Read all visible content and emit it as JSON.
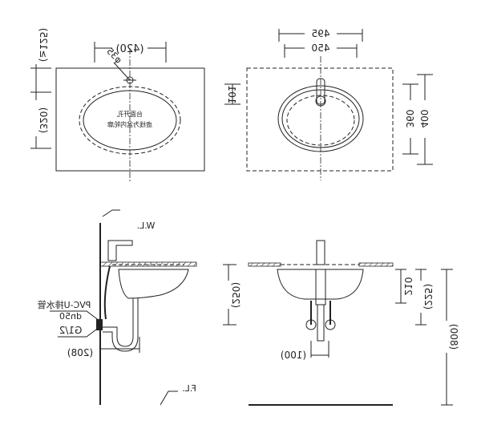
{
  "top_plan": {
    "dim_width": "(420)",
    "hole_diameter": "φ35",
    "dim_edge": "(≥125)",
    "dim_depth": "(320)",
    "note_line1": "台面开孔",
    "note_line2": "虚线为盆内轮廓"
  },
  "basin_plan": {
    "dim_outer_width": "495",
    "dim_inner_width": "450",
    "dim_offset": "101",
    "dim_inner_depth": "360",
    "dim_outer_depth": "400"
  },
  "side_view": {
    "wall_label": "W.L.",
    "floor_label": "F.L.",
    "pipe_label": "PVC-U排水管",
    "pipe_size": "dn50",
    "thread": "G1/2",
    "dim_trap": "(208)"
  },
  "front_view": {
    "dim_basin_height": "(250)",
    "dim_210": "210",
    "dim_225": "(225)",
    "dim_height": "(800)",
    "dim_spacing": "(100)"
  }
}
